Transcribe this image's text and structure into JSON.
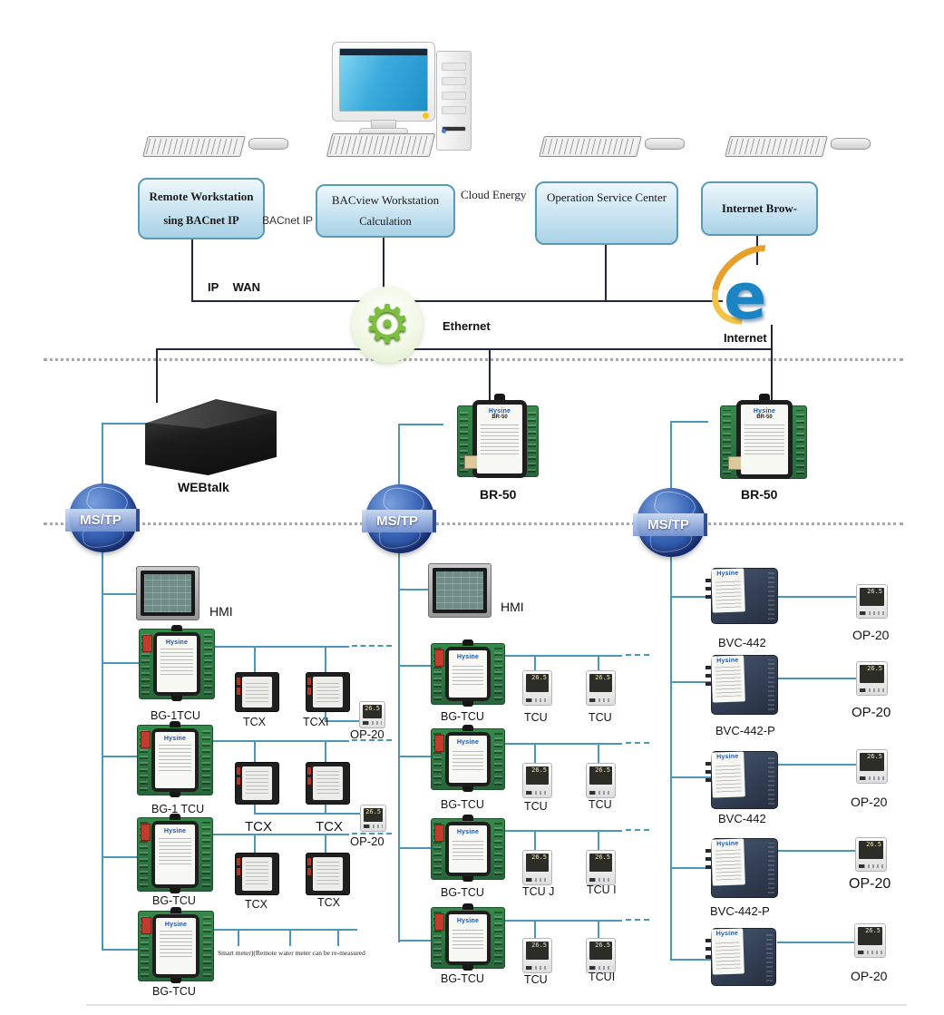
{
  "top": {
    "box1": {
      "line1": "Remote Workstation",
      "line2": "sing BACnet IP"
    },
    "bacnet_ip": "BACnet IP",
    "box2": {
      "line1": "BACview Workstation",
      "line2": "Calculation"
    },
    "cloud_energy": "Cloud Energy",
    "box3": {
      "line1": "Operation Service Center"
    },
    "box4": {
      "line1": "Internet Brow-"
    },
    "ip_wan": "IP WAN",
    "ethernet": "Ethernet",
    "internet": "Internet",
    "gear_icon": "⚙"
  },
  "gateways": {
    "webtalk": "WEBtalk",
    "br50_mid": "BR-50",
    "br50_right": "BR-50",
    "mstp": "MS/TP"
  },
  "device_text": {
    "brand": "Hysine",
    "br50_model": "BR-50",
    "thermostat_reading": "26.5"
  },
  "left_column": {
    "hmi": "HMI",
    "controllers": [
      "BG-1TCU",
      "BG-1 TCU",
      "BG-TCU",
      "BG-TCU"
    ],
    "tcx_labels": [
      "TCX",
      "TCXI",
      "TCX",
      "TCX",
      "TCX",
      "TCX"
    ],
    "op20_labels": [
      "OP-20",
      "OP-20"
    ],
    "meter_note": "Smart meter)(Remote water meter can be re-measured"
  },
  "middle_column": {
    "hmi": "HMI",
    "controllers": [
      "BG-TCU",
      "BG-TCU",
      "BG-TCU",
      "BG-TCU"
    ],
    "tcu_labels": [
      "TCU",
      "TCU",
      "TCU",
      "TCU",
      "TCU J",
      "TCU I",
      "TCU",
      "TCUI"
    ]
  },
  "right_column": {
    "controllers": [
      "BVC-442",
      "BVC-442-P",
      "BVC-442",
      "BVC-442-P"
    ],
    "op20_labels": [
      "OP-20",
      "OP-20",
      "OP-20",
      "OP-20",
      "OP-20"
    ]
  },
  "colors": {
    "accent_line": "#4b97b5",
    "dark_line": "#20263f",
    "box_border": "#5b9ab5"
  }
}
